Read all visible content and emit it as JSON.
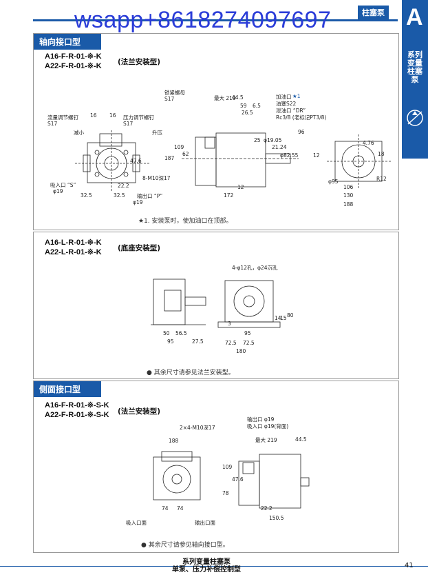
{
  "watermark": "wsapp+8618274097697",
  "category": "柱塞泵",
  "side_tab": {
    "letter": "A",
    "text": "系列变量柱塞泵"
  },
  "sections": [
    {
      "heading": "轴向接口型",
      "models": [
        "A16-F-R-01-※-K",
        "A22-F-R-01-※-K"
      ],
      "type_note": "(法兰安装型)",
      "labels": {
        "flow_screw": "流量调节螺钉",
        "s17a": "S17",
        "decrease": "减小",
        "pressure_screw": "压力调节螺钉",
        "s17b": "S17",
        "increase": "升压",
        "d16a": "16",
        "d16b": "16",
        "d47_6": "47.6",
        "m10": "8-M10深17",
        "suction": "吸入口 “S”",
        "phi19a": "φ19",
        "d22_2": "22.2",
        "d32_5a": "32.5",
        "d32_5b": "32.5",
        "outlet": "输出口 “P”",
        "phi19b": "φ19",
        "locknut": "锁紧螺母",
        "s17c": "S17",
        "max219": "最大 219",
        "d44_5": "44.5",
        "d59": "59",
        "d6_5": "6.5",
        "d26_5": "26.5",
        "d25": "25",
        "fill_port": "加油口",
        "fill_mark": "★1",
        "plug": "油塞S22",
        "drain": "泄油口 “DR”",
        "rc": "Rc3/8 (老标记PT3/8)",
        "d109": "109",
        "d187": "187",
        "d62": "62",
        "d12a": "12",
        "d172": "172",
        "phi19_05": "φ19.05",
        "d21_24": "21.24",
        "phi82_55": "φ82.55",
        "d96": "96",
        "d4_76": "4.76",
        "d12b": "12",
        "d18": "18",
        "phi95": "φ95",
        "r12": "R12",
        "d106": "106",
        "d130": "130",
        "d188": "188"
      },
      "note": "★1. 安装泵时，使加油口在顶部。"
    },
    {
      "heading": "",
      "models": [
        "A16-L-R-01-※-K",
        "A22-L-R-01-※-K"
      ],
      "type_note": "(底座安装型)",
      "labels": {
        "holes": "4-φ12孔，φ24沉孔",
        "d50": "50",
        "d56_5": "56.5",
        "d95a": "95",
        "d27_5": "27.5",
        "d3": "3",
        "d95b": "95",
        "d72_5a": "72.5",
        "d72_5b": "72.5",
        "d180": "180",
        "d14": "14",
        "d15": "15",
        "d80": "80"
      },
      "note": "● 其余尺寸请参见法兰安装型。"
    },
    {
      "heading": "侧面接口型",
      "models": [
        "A16-F-R-01-※-S-K",
        "A22-F-R-01-※-S-K"
      ],
      "type_note": "(法兰安装型)",
      "labels": {
        "m10": "2×4-M10深17",
        "d188": "188",
        "d74a": "74",
        "d74b": "74",
        "suction_face": "吸入口面",
        "outlet_face": "输出口面",
        "outlet": "输出口 φ19",
        "suction": "吸入口 φ19(背面)",
        "max219": "最大 219",
        "d44_5": "44.5",
        "d109": "109",
        "d47_6": "47.6",
        "d78": "78",
        "d22_2": "22.2",
        "d150_5": "150.5"
      },
      "note": "● 其余尺寸请参见轴向接口型。"
    }
  ],
  "footer": {
    "line1": "系列变量柱塞泵",
    "line2": "单泵、压力补偿控制型",
    "page": "41"
  }
}
